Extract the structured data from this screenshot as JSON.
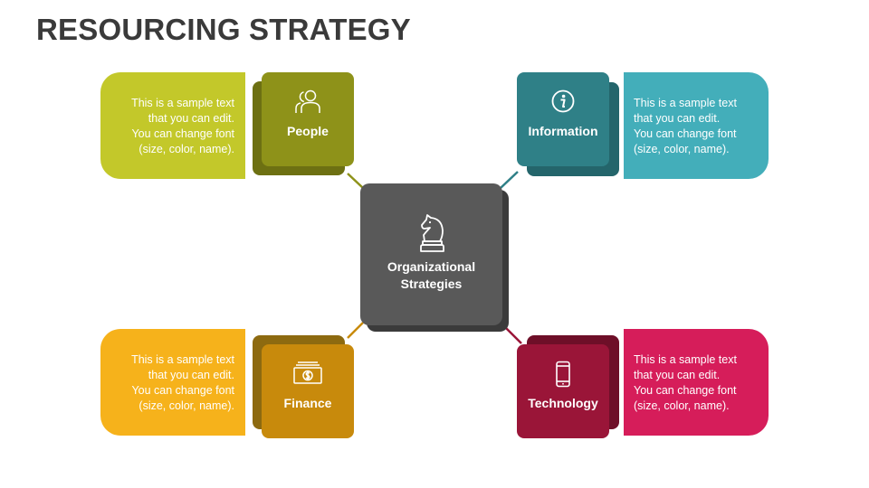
{
  "title": "RESOURCING STRATEGY",
  "center": {
    "label": "Organizational\nStrategies",
    "icon": "chess-knight-icon",
    "color": "#595959"
  },
  "nodes": [
    {
      "id": "people",
      "label": "People",
      "icon": "people-icon",
      "text": "This is a sample text\nthat you can edit.\nYou can change font\n(size, color, name).",
      "panel_color": "#c3c82a",
      "tile_color": "#8e9219",
      "shadow_color": "#6d7012"
    },
    {
      "id": "information",
      "label": "Information",
      "icon": "info-icon",
      "text": "This is a sample text\nthat you can edit.\nYou can change font\n(size, color, name).",
      "panel_color": "#43aeba",
      "tile_color": "#2f8087",
      "shadow_color": "#24656b"
    },
    {
      "id": "finance",
      "label": "Finance",
      "icon": "money-icon",
      "text": "This is a sample text\nthat you can edit.\nYou can change font\n(size, color, name).",
      "panel_color": "#f6b21b",
      "tile_color": "#c88a0c",
      "shadow_color": "#8d6a10"
    },
    {
      "id": "technology",
      "label": "Technology",
      "icon": "smartphone-icon",
      "text": "This is a sample text\nthat you can edit.\nYou can change font\n(size, color, name).",
      "panel_color": "#d61d5a",
      "tile_color": "#9a1538",
      "shadow_color": "#6e0f28"
    }
  ]
}
